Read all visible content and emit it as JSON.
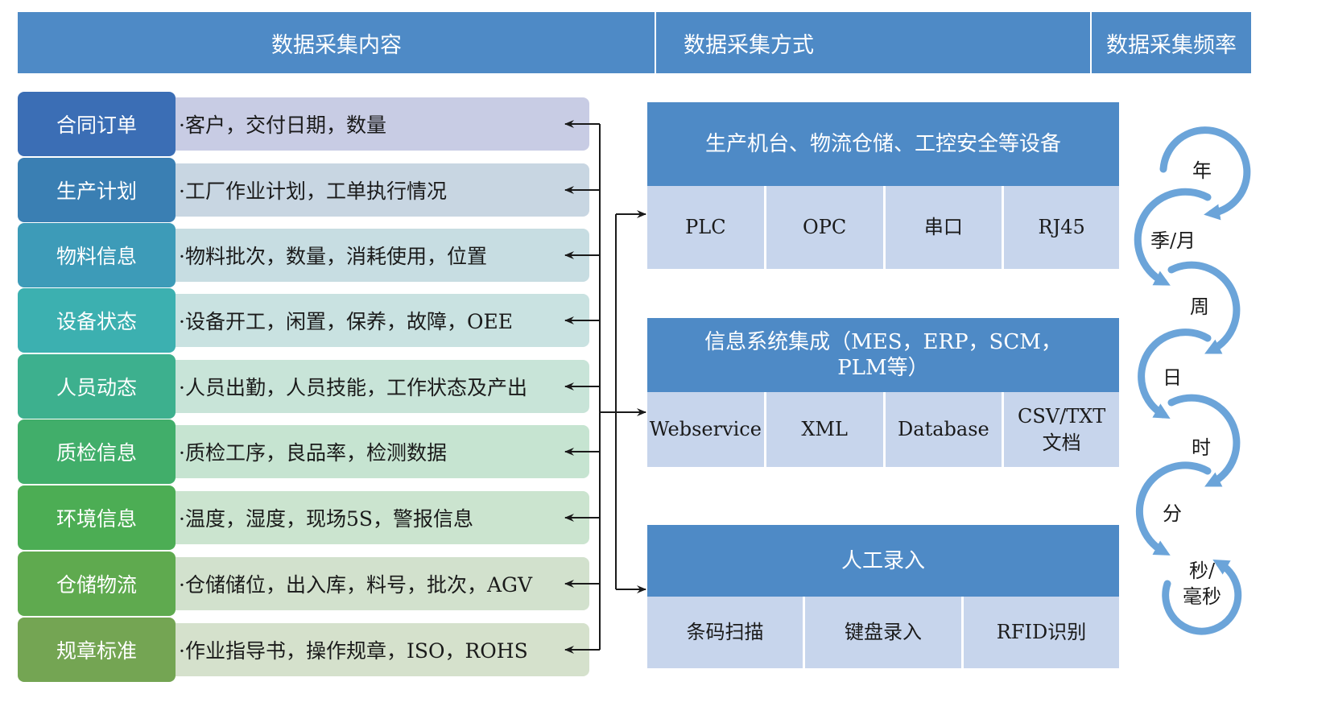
{
  "header": {
    "content": "数据采集内容",
    "method": "数据采集方式",
    "frequency": "数据采集频率"
  },
  "categories": [
    {
      "label": "合同订单",
      "desc": "·客户，交付日期，数量",
      "label_color": "#3b6eb5",
      "desc_color": "#c8cce4"
    },
    {
      "label": "生产计划",
      "desc": "·工厂作业计划，工单执行情况",
      "label_color": "#3a7fb3",
      "desc_color": "#c8d6e2"
    },
    {
      "label": "物料信息",
      "desc": "·物料批次，数量，消耗使用，位置",
      "label_color": "#3d9bb8",
      "desc_color": "#c7dde2"
    },
    {
      "label": "设备状态",
      "desc": "·设备开工，闲置，保养，故障，OEE",
      "label_color": "#3cb0b0",
      "desc_color": "#c9e2e1"
    },
    {
      "label": "人员动态",
      "desc": "·人员出勤，人员技能，工作状态及产出",
      "label_color": "#3db08e",
      "desc_color": "#c8e4d8"
    },
    {
      "label": "质检信息",
      "desc": "·质检工序，良品率，检测数据",
      "label_color": "#41ae6a",
      "desc_color": "#c6e4d1"
    },
    {
      "label": "环境信息",
      "desc": "·温度，湿度，现场5S，警报信息",
      "label_color": "#4cad54",
      "desc_color": "#cbe4cf"
    },
    {
      "label": "仓储物流",
      "desc": "·仓储储位，出入库，料号，批次，AGV",
      "label_color": "#5faa4f",
      "desc_color": "#d2e1cd"
    },
    {
      "label": "规章标准",
      "desc": "·作业指导书，操作规章，ISO，ROHS",
      "label_color": "#74a553",
      "desc_color": "#d5e1cc"
    }
  ],
  "methods": [
    {
      "title": "生产机台、物流仓储、工控安全等设备",
      "items": [
        "PLC",
        "OPC",
        "串口",
        "RJ45"
      ]
    },
    {
      "title": "信息系统集成（MES，ERP，SCM，\nPLM等）",
      "items": [
        "Webservice",
        "XML",
        "Database",
        "CSV/TXT\n文档"
      ]
    },
    {
      "title": "人工录入",
      "items": [
        "条码扫描",
        "键盘录入",
        "RFID识别"
      ]
    }
  ],
  "frequencies": [
    "年",
    "季/月",
    "周",
    "日",
    "时",
    "分",
    "秒/\n毫秒"
  ],
  "colors": {
    "accent": "#4e8ac6",
    "cell": "#c7d5ec",
    "arrow": "#5b9bd5"
  }
}
